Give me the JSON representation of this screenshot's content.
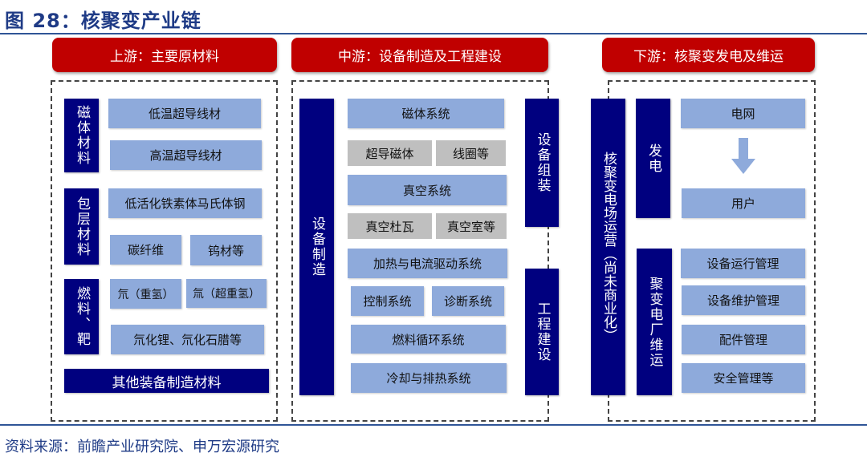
{
  "title": "图 28：核聚变产业链",
  "headers": {
    "up": "上游：主要原材料",
    "mid": "中游：设备制造及工程建设",
    "down": "下游：核聚变发电及维运"
  },
  "upstream": {
    "magnet": {
      "label": "磁体材料",
      "items": [
        "低温超导线材",
        "高温超导线材"
      ]
    },
    "blanket": {
      "label": "包层材料",
      "items": [
        "低活化铁素体马氏体钢",
        "碳纤维",
        "钨材等"
      ]
    },
    "fuel": {
      "label": "燃料、靶",
      "items": [
        "氘（重氢）",
        "氚（超重氢）",
        "氘化锂、氘化石腊等"
      ]
    },
    "other": "其他装备制造材料"
  },
  "midstream": {
    "manufacture": "设备制造",
    "assembly": "设备组装",
    "construction": "工程建设",
    "systems": [
      "磁体系统",
      "超导磁体",
      "线圈等",
      "真空系统",
      "真空杜瓦",
      "真空室等",
      "加热与电流驱动系统",
      "控制系统",
      "诊断系统",
      "燃料循环系统",
      "冷却与排热系统"
    ]
  },
  "downstream": {
    "operation": "核聚变电场运营（尚未商业化）",
    "power": {
      "label": "发电",
      "items": [
        "电网",
        "用户"
      ]
    },
    "maintenance": {
      "label": "聚变电厂维运",
      "items": [
        "设备运行管理",
        "设备维护管理",
        "配件管理",
        "安全管理等"
      ]
    }
  },
  "source": "资料来源：前瞻产业研究院、申万宏源研究"
}
